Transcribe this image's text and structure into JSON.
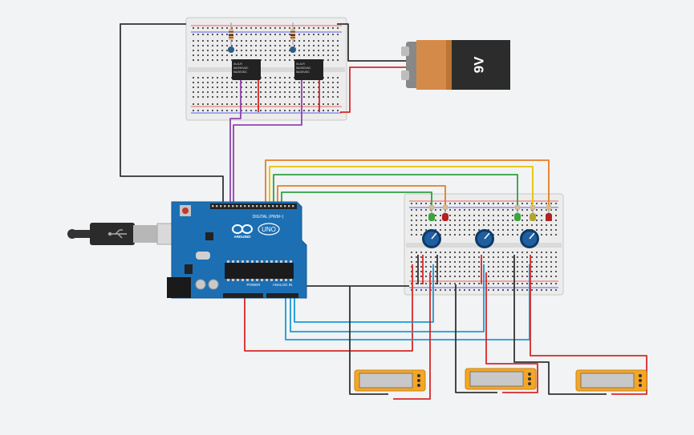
{
  "battery": {
    "label": "9V"
  },
  "arduino": {
    "brand": "ARDUINO",
    "model": "UNO",
    "digital_label": "DIGITAL (PWM~)",
    "power_label": "POWER",
    "analog_label": "ANALOG IN"
  },
  "relays": [
    {
      "line1": "0x-5-R",
      "line2": "5A/250VAC",
      "line3": "5A/30VDC"
    },
    {
      "line1": "0x-5-R",
      "line2": "5A/250VAC",
      "line3": "5A/30VDC"
    }
  ],
  "colors": {
    "background": "#f1f3f5",
    "board": "#1d6fb3",
    "wire_black": "#333333",
    "wire_red": "#d62828",
    "wire_purple": "#8e44ad",
    "wire_orange": "#e67e22",
    "wire_yellow": "#e6c200",
    "wire_green": "#2ea043",
    "wire_blue": "#1a9ad6",
    "battery_body": "#2c2c2c",
    "battery_band": "#d48b4a",
    "sensor_frame": "#f5a623"
  },
  "icons": {
    "arduino_logo": "infinity-logo-icon",
    "usb": "usb-symbol-icon"
  }
}
